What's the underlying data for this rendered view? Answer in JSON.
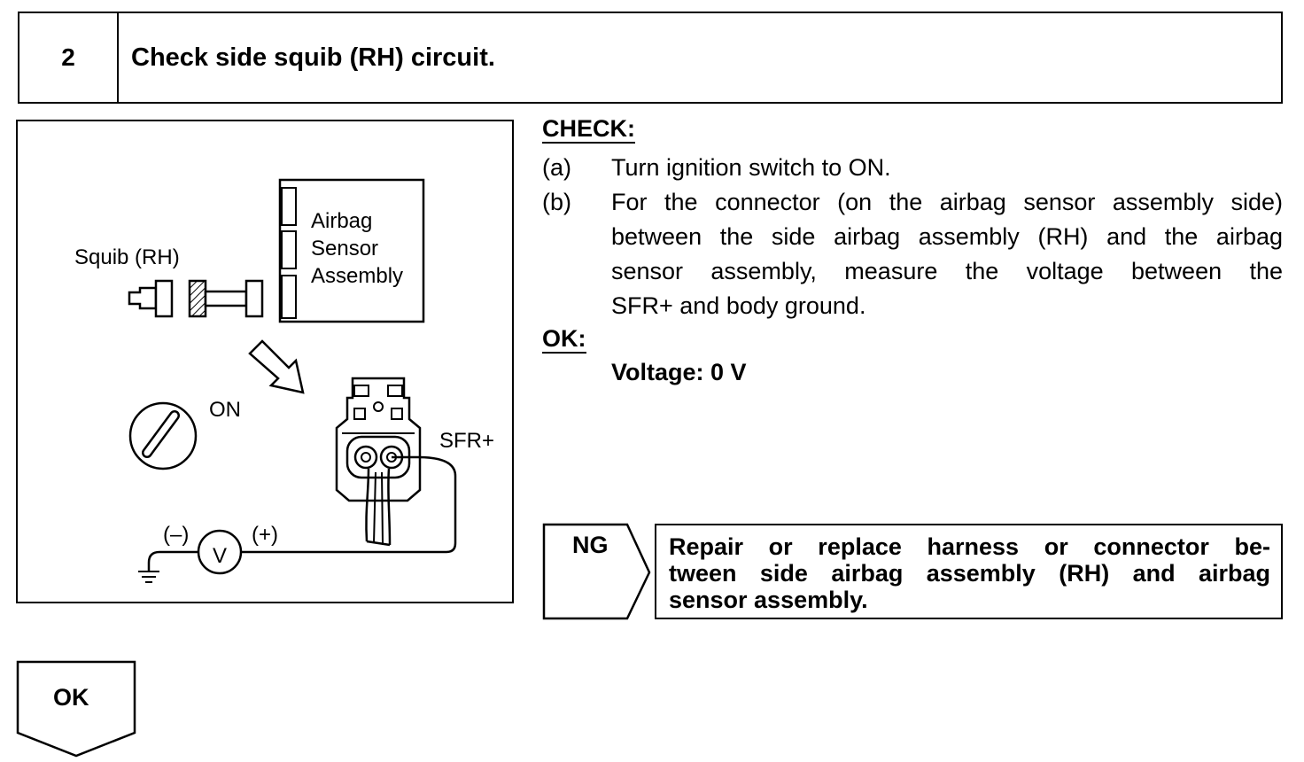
{
  "step": {
    "number": "2",
    "title": "Check side squib (RH) circuit."
  },
  "figure": {
    "labels": {
      "squib": "Squib (RH)",
      "sensor_line1": "Airbag",
      "sensor_line2": "Sensor",
      "sensor_line3": "Assembly",
      "on": "ON",
      "terminal": "SFR+",
      "minus": "(–)",
      "plus": "(+)",
      "meter": "V"
    },
    "icons": [
      "ignition-switch-icon",
      "voltmeter-icon",
      "ground-icon",
      "arrow-icon",
      "connector-icon"
    ]
  },
  "check": {
    "heading": "CHECK:",
    "items": [
      {
        "mark": "(a)",
        "lines": [
          "Turn ignition switch to ON."
        ]
      },
      {
        "mark": "(b)",
        "lines": [
          "For the connector (on the airbag sensor assembly side)",
          "between the side airbag assembly (RH) and the airbag",
          "sensor assembly, measure the voltage between the",
          "SFR+ and body ground."
        ]
      }
    ]
  },
  "ok": {
    "heading": "OK:",
    "value": "Voltage: 0 V"
  },
  "ng": {
    "label": "NG",
    "action_lines": [
      "Repair or replace harness or connector be-",
      "tween side airbag assembly (RH) and airbag",
      "sensor assembly."
    ]
  },
  "next": {
    "label": "OK"
  }
}
